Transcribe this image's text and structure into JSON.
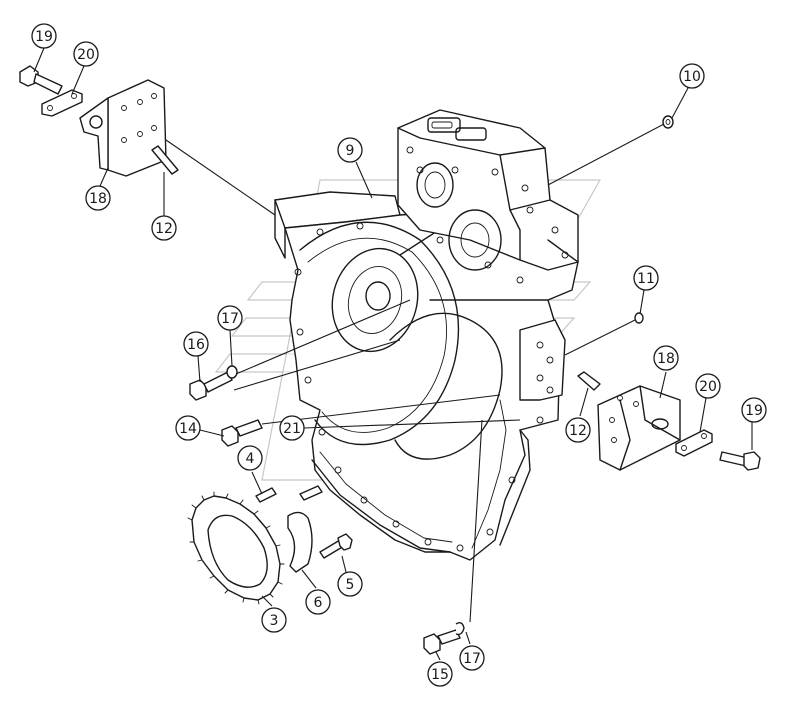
{
  "callouts": [
    {
      "id": "c19a",
      "label": "19"
    },
    {
      "id": "c20a",
      "label": "20"
    },
    {
      "id": "c18a",
      "label": "18"
    },
    {
      "id": "c12a",
      "label": "12"
    },
    {
      "id": "c9",
      "label": "9"
    },
    {
      "id": "c10",
      "label": "10"
    },
    {
      "id": "c11",
      "label": "11"
    },
    {
      "id": "c18b",
      "label": "18"
    },
    {
      "id": "c20b",
      "label": "20"
    },
    {
      "id": "c19b",
      "label": "19"
    },
    {
      "id": "c12b",
      "label": "12"
    },
    {
      "id": "c17a",
      "label": "17"
    },
    {
      "id": "c16",
      "label": "16"
    },
    {
      "id": "c14",
      "label": "14"
    },
    {
      "id": "c21",
      "label": "21"
    },
    {
      "id": "c4",
      "label": "4"
    },
    {
      "id": "c3",
      "label": "3"
    },
    {
      "id": "c6",
      "label": "6"
    },
    {
      "id": "c5",
      "label": "5"
    },
    {
      "id": "c15",
      "label": "15"
    },
    {
      "id": "c17b",
      "label": "17"
    }
  ]
}
